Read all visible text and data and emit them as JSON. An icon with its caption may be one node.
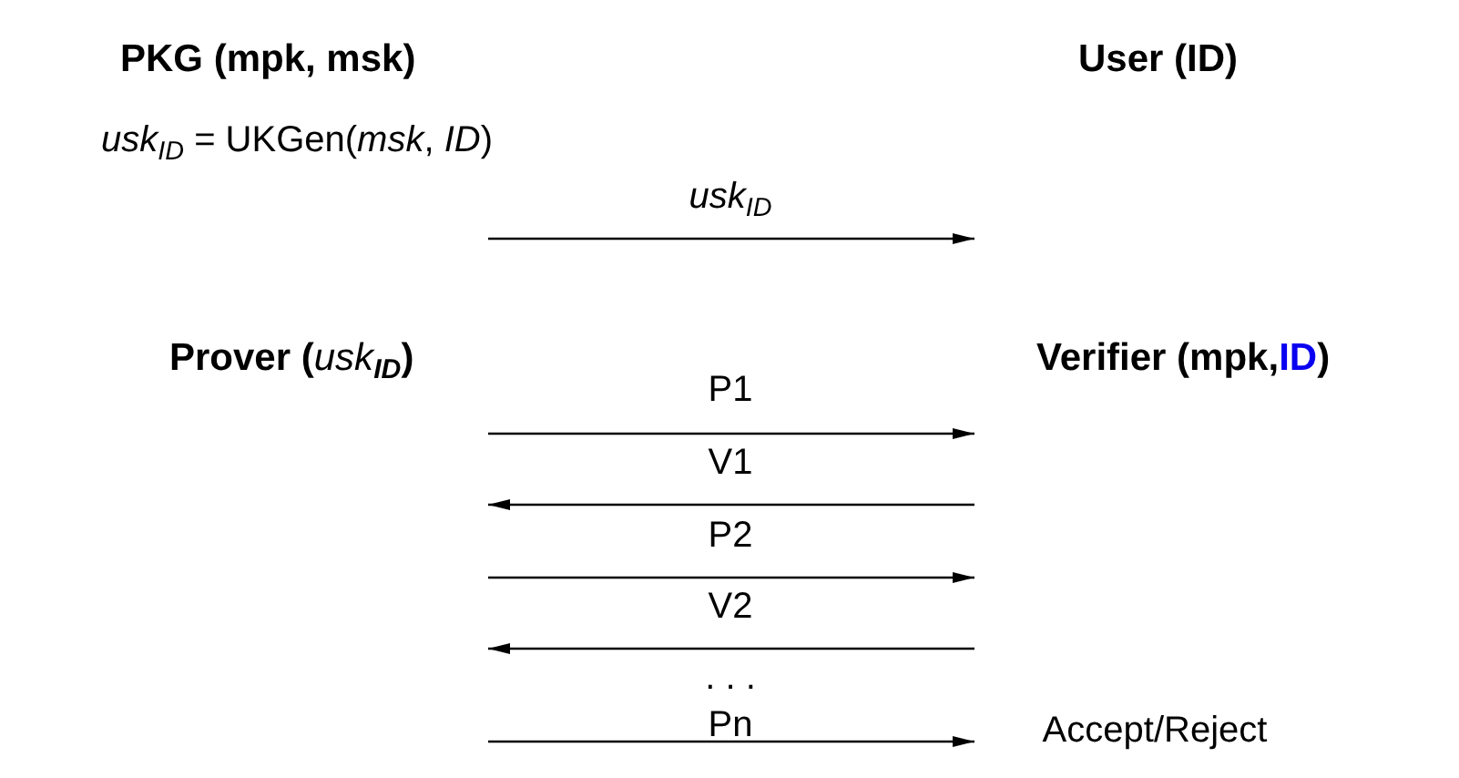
{
  "diagram": {
    "nodes": [
      {
        "text": [
          "PKG (mpk, msk)"
        ]
      },
      {
        "text": [
          "User (ID)"
        ]
      },
      {
        "text": [
          "Prover (*usk*$_{ID}$)"
        ]
      },
      {
        "text": [
          "Verifier (mpk,**ID**)"
        ]
      }
    ],
    "labels": [
      "*usk*$_{ID}$ = UKGen(*msk*, *ID*)",
      "*usk*$_{ID}$",
      "P1",
      "V1",
      "P2",
      "V2",
      ". . .",
      "Pn",
      "Accept/Reject"
    ]
  }
}
